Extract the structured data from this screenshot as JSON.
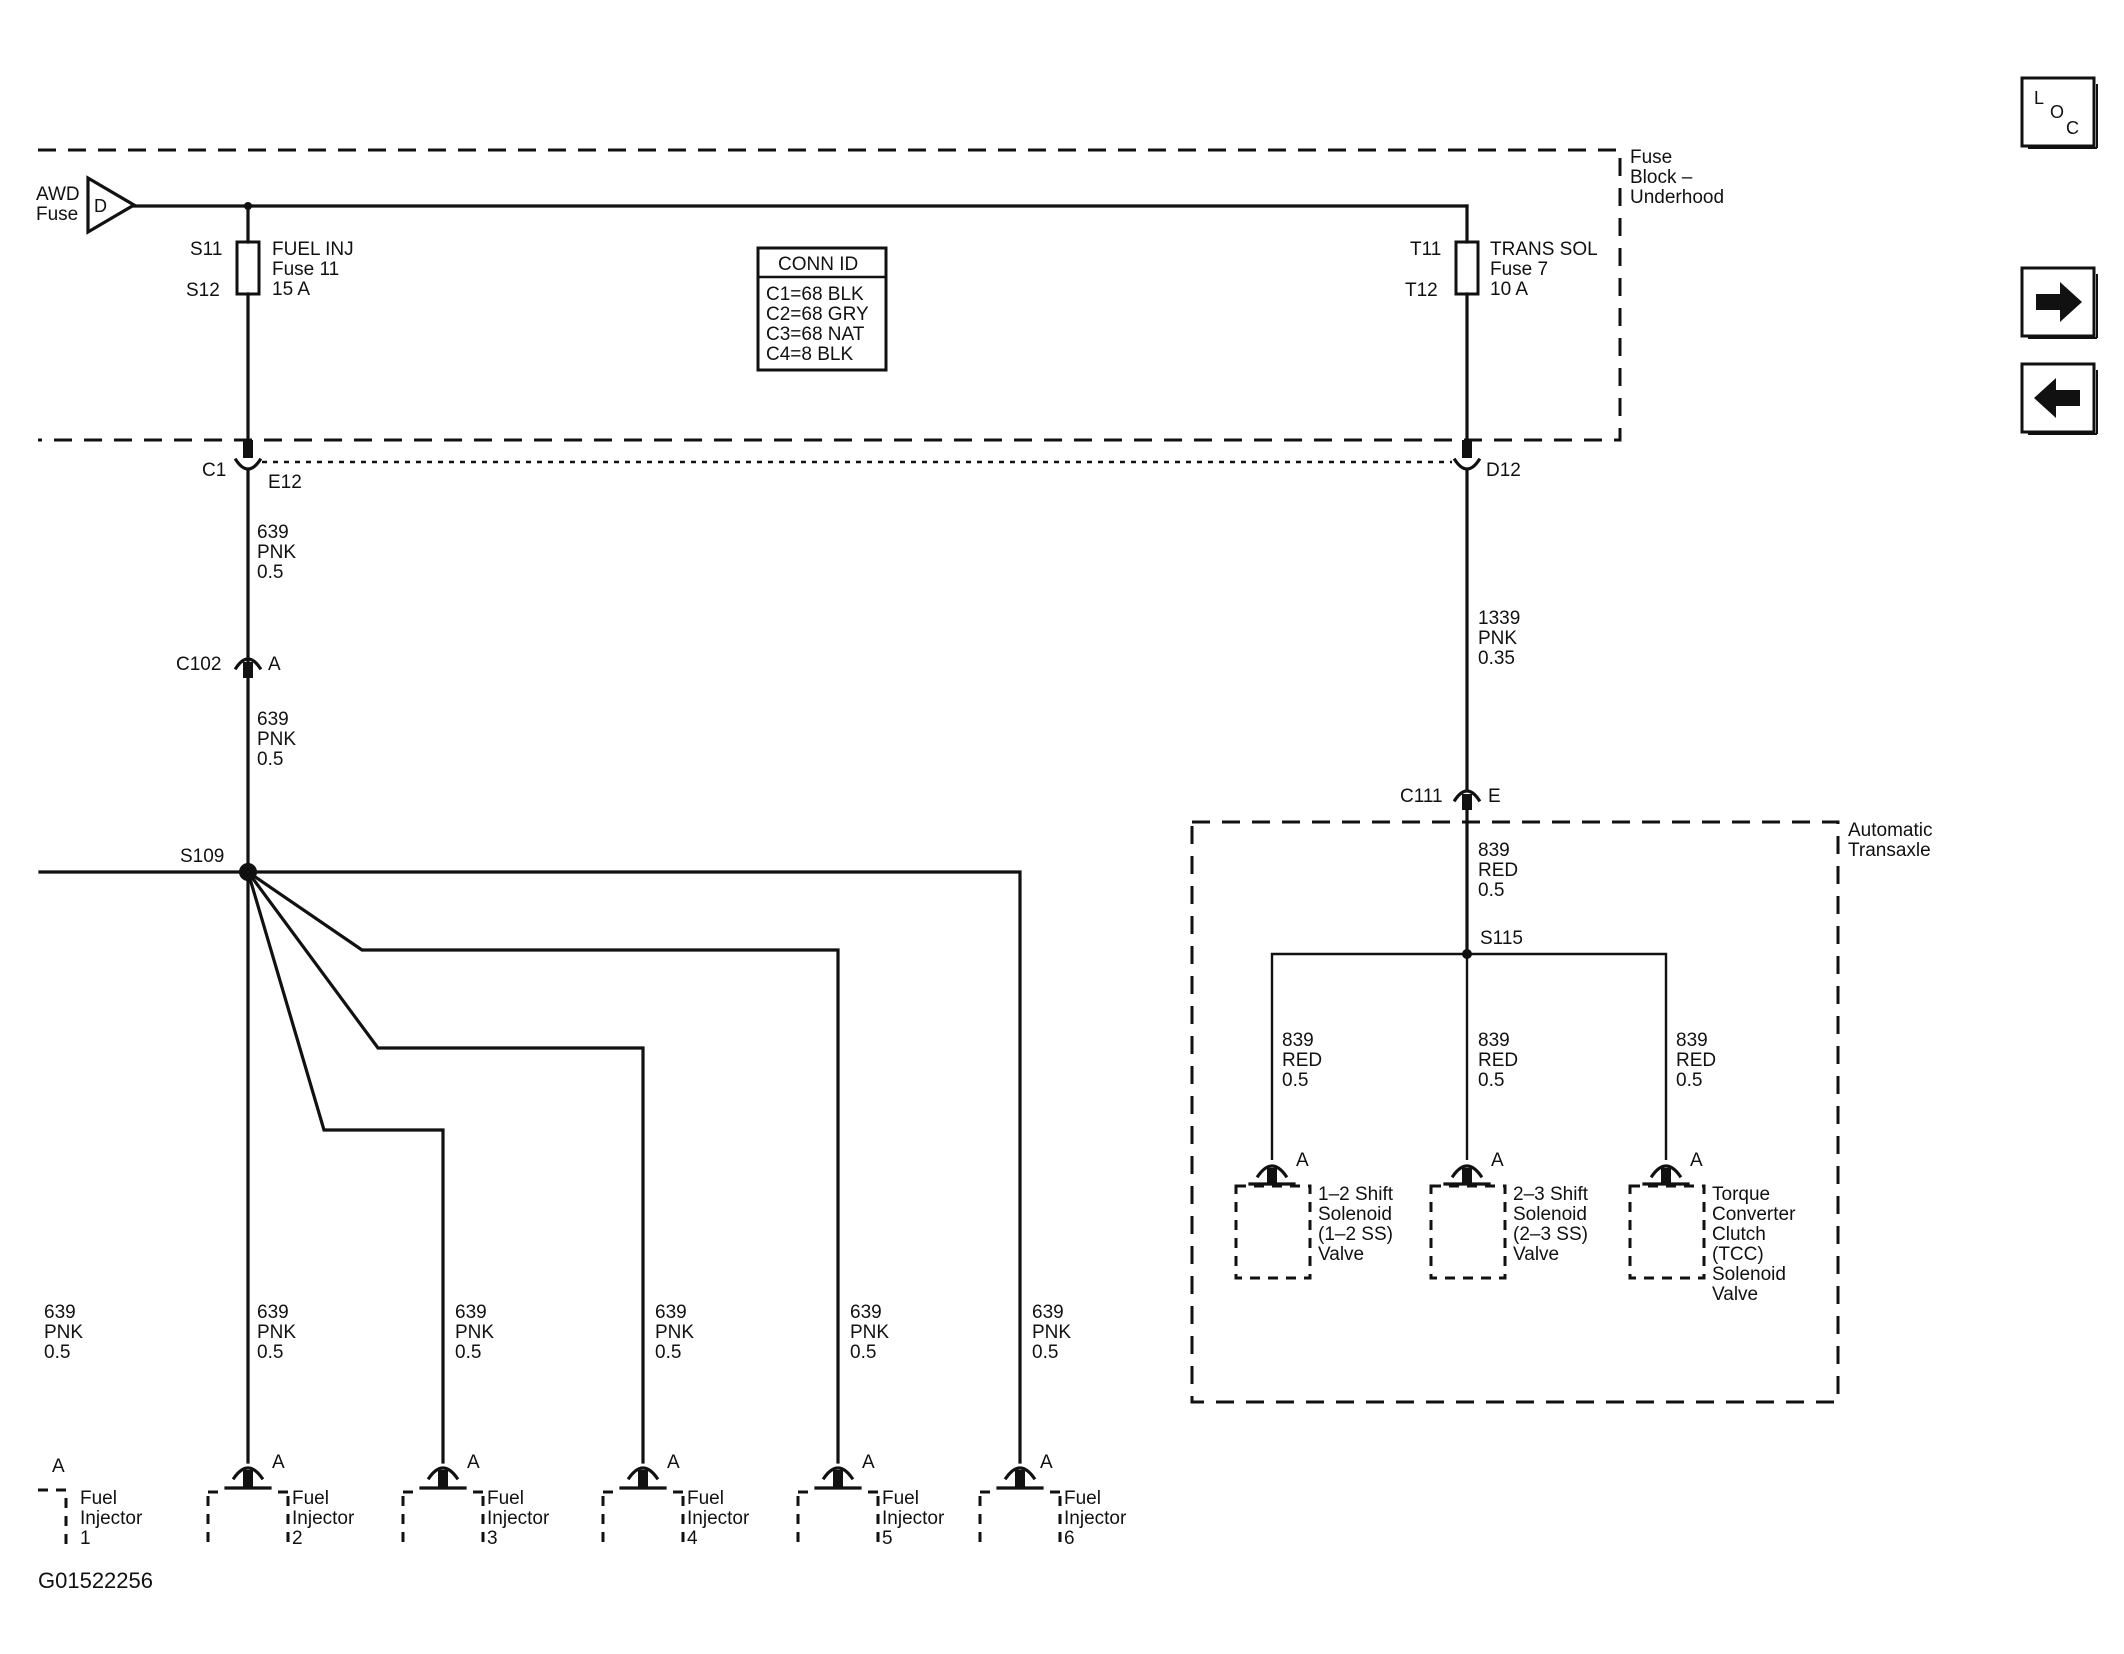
{
  "nav": {
    "loc": {
      "l": "L",
      "o": "O",
      "c": "C"
    },
    "forward_icon": "right-arrow-icon",
    "back_icon": "left-arrow-icon"
  },
  "fuse_block": {
    "label": [
      "Fuse",
      "Block –",
      "Underhood"
    ],
    "awd_fuse": [
      "AWD",
      "Fuse"
    ],
    "awd_connector": "D",
    "fuel_inj_fuse": {
      "top": "S11",
      "bottom": "S12",
      "lines": [
        "FUEL INJ",
        "Fuse 11",
        "15 A"
      ]
    },
    "trans_sol_fuse": {
      "top": "T11",
      "bottom": "T12",
      "lines": [
        "TRANS SOL",
        "Fuse 7",
        "10 A"
      ]
    }
  },
  "conn_id": {
    "title": "CONN ID",
    "rows": [
      "C1=68 BLK",
      "C2=68 GRY",
      "C3=68 NAT",
      "C4=8 BLK"
    ]
  },
  "connectors": {
    "c1": "C1",
    "e12": "E12",
    "d12": "D12",
    "c102": "C102",
    "c102_pin": "A",
    "c111": "C111",
    "c111_pin": "E"
  },
  "splices": {
    "s109": "S109",
    "s115": "S115"
  },
  "wires": {
    "w639_upper": [
      "639",
      "PNK",
      "0.5"
    ],
    "w639_mid": [
      "639",
      "PNK",
      "0.5"
    ],
    "w1339": [
      "1339",
      "PNK",
      "0.35"
    ],
    "w839_main": [
      "839",
      "RED",
      "0.5"
    ],
    "w839_branch": [
      "839",
      "RED",
      "0.5"
    ],
    "w639_inj": [
      "639",
      "PNK",
      "0.5"
    ]
  },
  "injectors": [
    {
      "pin": "A",
      "lines": [
        "Fuel",
        "Injector",
        "1"
      ]
    },
    {
      "pin": "A",
      "lines": [
        "Fuel",
        "Injector",
        "2"
      ]
    },
    {
      "pin": "A",
      "lines": [
        "Fuel",
        "Injector",
        "3"
      ]
    },
    {
      "pin": "A",
      "lines": [
        "Fuel",
        "Injector",
        "4"
      ]
    },
    {
      "pin": "A",
      "lines": [
        "Fuel",
        "Injector",
        "5"
      ]
    },
    {
      "pin": "A",
      "lines": [
        "Fuel",
        "Injector",
        "6"
      ]
    }
  ],
  "transaxle": {
    "label": [
      "Automatic",
      "Transaxle"
    ],
    "solenoids": [
      {
        "pin": "A",
        "lines": [
          "1–2 Shift",
          "Solenoid",
          "(1–2 SS)",
          "Valve"
        ]
      },
      {
        "pin": "A",
        "lines": [
          "2–3 Shift",
          "Solenoid",
          "(2–3 SS)",
          "Valve"
        ]
      },
      {
        "pin": "A",
        "lines": [
          "Torque",
          "Converter",
          "Clutch",
          "(TCC)",
          "Solenoid",
          "Valve"
        ]
      }
    ]
  },
  "figure_id": "G01522256"
}
